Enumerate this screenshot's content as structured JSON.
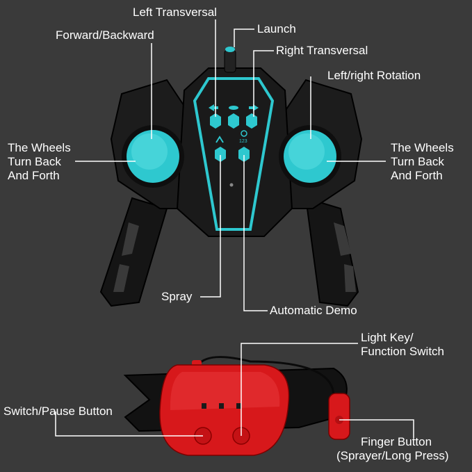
{
  "colors": {
    "background": "#3a3a3a",
    "controller_body": "#1a1a1a",
    "accent": "#2ec8cf",
    "band": "#121212",
    "watch_red": "#d7181b",
    "label": "#ffffff"
  },
  "labels": {
    "left_transversal": "Left Transversal",
    "launch": "Launch",
    "right_transversal": "Right Transversal",
    "forward_backward": "Forward/Backward",
    "left_right_rotation": "Left/right Rotation",
    "wheels_left_1": "The Wheels",
    "wheels_left_2": "Turn Back",
    "wheels_left_3": "And Forth",
    "wheels_right_1": "The Wheels",
    "wheels_right_2": "Turn Back",
    "wheels_right_3": "And Forth",
    "spray": "Spray",
    "automatic_demo": "Automatic Demo",
    "light_key_1": "Light Key/",
    "light_key_2": "Function Switch",
    "switch_pause": "Switch/Pause Button",
    "finger_button_1": "Finger Button",
    "finger_button_2": "(Sprayer/Long Press)"
  },
  "controller": {
    "demo_badge": "123"
  }
}
